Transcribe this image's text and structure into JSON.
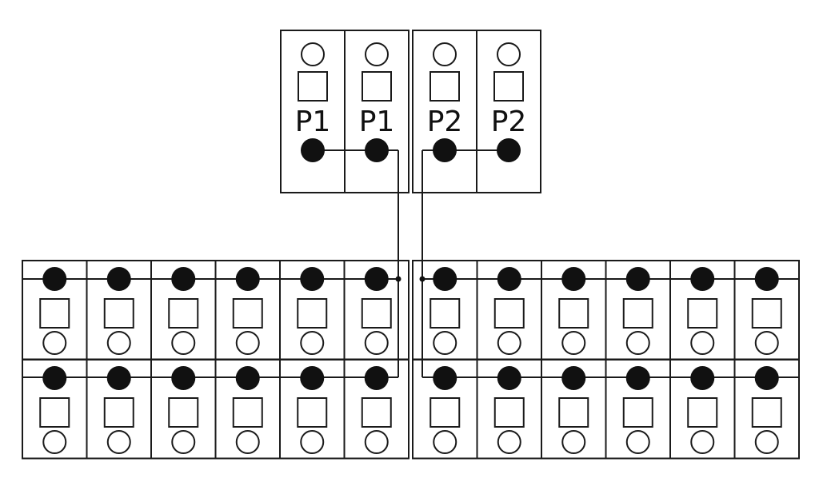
{
  "diagram": {
    "top_modules": [
      {
        "label": "P1",
        "group": "P1"
      },
      {
        "label": "P1",
        "group": "P1"
      },
      {
        "label": "P2",
        "group": "P2"
      },
      {
        "label": "P2",
        "group": "P2"
      }
    ],
    "bottom_blocks": [
      {
        "name": "left",
        "rows": 2,
        "columns": 6,
        "connected_to": "P1"
      },
      {
        "name": "right",
        "rows": 2,
        "columns": 6,
        "connected_to": "P2"
      }
    ],
    "colors": {
      "stroke": "#1a1a1a",
      "fill": "#111111",
      "background": "#ffffff"
    }
  }
}
